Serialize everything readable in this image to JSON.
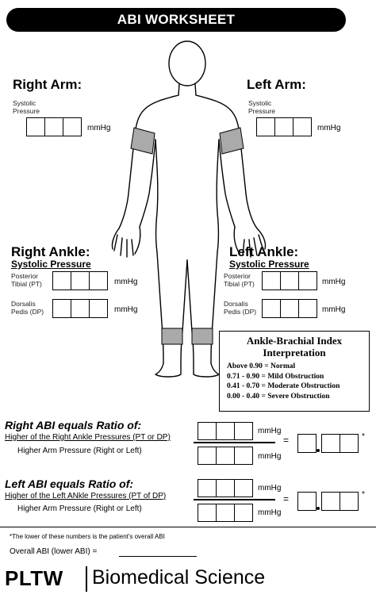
{
  "header": {
    "title": "ABI WORKSHEET"
  },
  "right_arm": {
    "title": "Right Arm:",
    "label_line1": "Systolic",
    "label_line2": "Pressure",
    "unit": "mmHg"
  },
  "left_arm": {
    "title": "Left Arm:",
    "label_line1": "Systolic",
    "label_line2": "Pressure",
    "unit": "mmHg"
  },
  "right_ankle": {
    "title": "Right Ankle:",
    "subtitle": "Systolic Pressure",
    "pt_line1": "Posterior",
    "pt_line2": "Tibial (PT)",
    "dp_line1": "Dorsalis",
    "dp_line2": "Pedis (DP)",
    "unit": "mmHg"
  },
  "left_ankle": {
    "title": "Left Ankle:",
    "subtitle": "Systolic Pressure",
    "pt_line1": "Posterior",
    "pt_line2": "Tibial (PT)",
    "dp_line1": "Dorsalis",
    "dp_line2": "Pedis (DP)",
    "unit": "mmHg"
  },
  "legend": {
    "title_line1": "Ankle-Brachial Index",
    "title_line2": "Interpretation",
    "items": [
      "Above 0.90 = Normal",
      "0.71 - 0.90  = Mild Obstruction",
      "0.41 - 0.70  = Moderate Obstruction",
      "0.00 - 0.40  = Severe Obstruction"
    ]
  },
  "right_abi": {
    "title": "Right ABI equals Ratio of:",
    "numerator": "Higher of the Right Ankle Pressures (PT or DP)",
    "denominator": "Higher Arm Pressure (Right or Left)",
    "unit_top": "mmHg",
    "unit_bottom": "mmHg",
    "equals": "=",
    "asterisk": "*"
  },
  "left_abi": {
    "title": "Left ABI equals Ratio of:",
    "numerator": "Higher of the Left ANkle Pressures (PT of DP)",
    "denominator": "Higher Arm Pressure (Right or Left)",
    "unit_top": "mmHg",
    "unit_bottom": "mmHg",
    "equals": "=",
    "asterisk": "*"
  },
  "footer": {
    "note": "*The lower of these numbers is the patient's overall ABI",
    "overall_label": "Overall ABI (lower ABI) =",
    "brand_pltw": "PLTW",
    "brand_program": "Biomedical Science"
  }
}
